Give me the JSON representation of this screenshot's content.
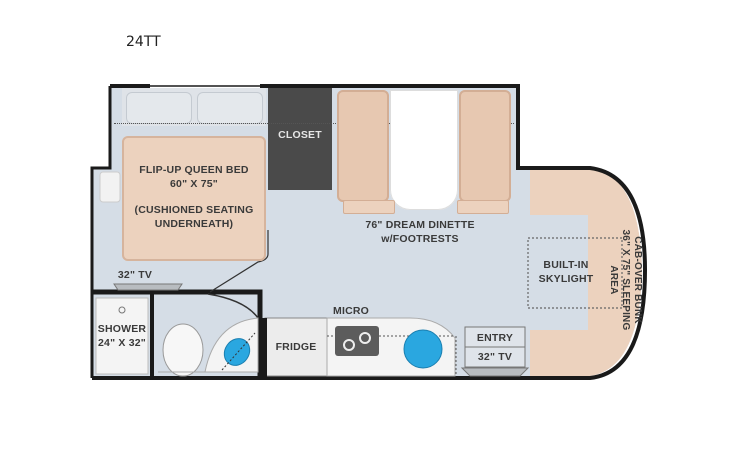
{
  "title": "24TT",
  "floorplan": {
    "rooms": {
      "bed": {
        "line1": "FLIP-UP QUEEN BED",
        "line2": "60\" X 75\"",
        "line3": "(CUSHIONED SEATING",
        "line4": "UNDERNEATH)"
      },
      "closet": "CLOSET",
      "dinette": {
        "line1": "76\" DREAM DINETTE",
        "line2": "w/FOOTRESTS"
      },
      "skylight": {
        "line1": "BUILT-IN",
        "line2": "SKYLIGHT"
      },
      "cab_over": {
        "line1": "CAB-OVER BUNK",
        "line2": "36\" X 75\" SLEEPING AREA"
      },
      "tv_bedroom": "32\" TV",
      "shower": {
        "line1": "SHOWER",
        "line2": "24\" X 32\""
      },
      "micro": "MICRO",
      "fridge": "FRIDGE",
      "entry": "ENTRY",
      "tv_entry": "32\" TV"
    },
    "colors": {
      "floor": "#d5dde6",
      "wall": "#1a1a1a",
      "cushion": "#ecd2be",
      "closet": "#4a4a4a",
      "sink": "#2aa7e0",
      "counter": "#f4f4f4"
    }
  }
}
